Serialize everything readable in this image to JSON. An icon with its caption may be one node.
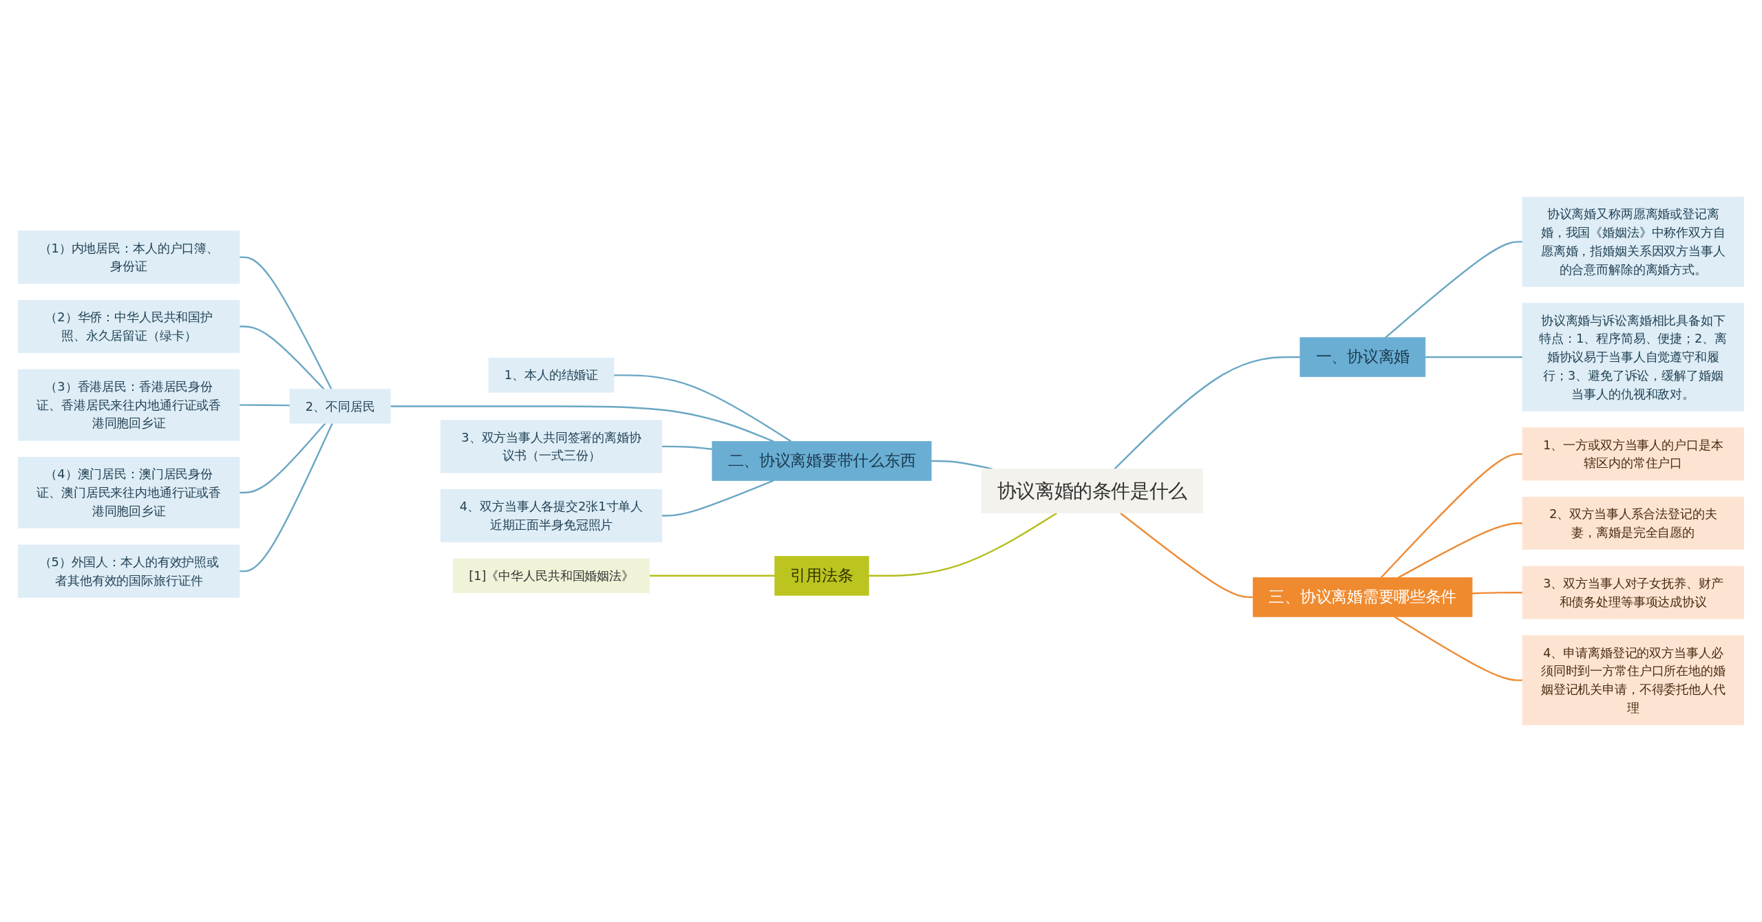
{
  "diagram": {
    "nodes": [
      {
        "text": [
          "协议离婚的条件是什么"
        ]
      },
      {
        "text": [
          "二、协议离婚要带什么东西"
        ]
      },
      {
        "text": [
          "1、本人的结婚证"
        ]
      },
      {
        "text": [
          "2、不同居民"
        ]
      },
      {
        "text": [
          "（1）内地居民：本人的户口簿、身份证"
        ]
      },
      {
        "text": [
          "（2）华侨：中华人民共和国护照、永久居留证（绿卡）"
        ]
      },
      {
        "text": [
          "（3）香港居民：香港居民身份证、香港居民来往内地通行证或香港同胞回乡证"
        ]
      },
      {
        "text": [
          "（4）澳门居民：澳门居民身份证、澳门居民来往内地通行证或香港同胞回乡证"
        ]
      },
      {
        "text": [
          "（5）外国人：本人的有效护照或者其他有效的国际旅行证件"
        ]
      },
      {
        "text": [
          "3、双方当事人共同签署的离婚协议书（一式三份）"
        ]
      },
      {
        "text": [
          "4、双方当事人各提交2张1寸单人近期正面半身免冠照片"
        ]
      },
      {
        "text": [
          "引用法条"
        ]
      },
      {
        "text": [
          "[1]《中华人民共和国婚姻法》"
        ]
      },
      {
        "text": [
          "一、协议离婚"
        ]
      },
      {
        "text": [
          "协议离婚又称两愿离婚或登记离婚，我国《婚姻法》中称作双方自愿离婚，指婚姻关系因双方当事人的合意而解除的离婚方式。"
        ]
      },
      {
        "text": [
          "协议离婚与诉讼离婚相比具备如下特点：1、程序简易、便捷；2、离婚协议易于当事人自觉遵守和履行；3、避免了诉讼，缓解了婚姻当事人的仇视和敌对。"
        ]
      },
      {
        "text": [
          "三、协议离婚需要哪些条件"
        ]
      },
      {
        "text": [
          "1、一方或双方当事人的户口是本辖区内的常住户口"
        ]
      },
      {
        "text": [
          "2、双方当事人系合法登记的夫妻，离婚是完全自愿的"
        ]
      },
      {
        "text": [
          "3、双方当事人对子女抚养、财产和债务处理等事项达成协议"
        ]
      },
      {
        "text": [
          "4、申请离婚登记的双方当事人必须同时到一方常住户口所在地的婚姻登记机关申请，不得委托他人代理"
        ]
      }
    ],
    "edges": [
      {
        "from": 0,
        "to": 1,
        "arrow": "none"
      },
      {
        "from": 1,
        "to": 2,
        "arrow": "none"
      },
      {
        "from": 1,
        "to": 3,
        "arrow": "none"
      },
      {
        "from": 3,
        "to": 4,
        "arrow": "none"
      },
      {
        "from": 3,
        "to": 5,
        "arrow": "none"
      },
      {
        "from": 3,
        "to": 6,
        "arrow": "none"
      },
      {
        "from": 3,
        "to": 7,
        "arrow": "none"
      },
      {
        "from": 3,
        "to": 8,
        "arrow": "none"
      },
      {
        "from": 1,
        "to": 9,
        "arrow": "none"
      },
      {
        "from": 1,
        "to": 10,
        "arrow": "none"
      },
      {
        "from": 0,
        "to": 11,
        "arrow": "none",
        "color": "#b5bd1c"
      },
      {
        "from": 11,
        "to": 12,
        "arrow": "none",
        "color": "#b5bd1c"
      },
      {
        "from": 0,
        "to": 13,
        "arrow": "none"
      },
      {
        "from": 13,
        "to": 14,
        "arrow": "none"
      },
      {
        "from": 13,
        "to": 15,
        "arrow": "none"
      },
      {
        "from": 0,
        "to": 16,
        "arrow": "none",
        "color": "#ee8a35"
      },
      {
        "from": 16,
        "to": 17,
        "arrow": "none",
        "color": "#ee8a35"
      },
      {
        "from": 16,
        "to": 18,
        "arrow": "none",
        "color": "#ee8a35"
      },
      {
        "from": 16,
        "to": 19,
        "arrow": "none",
        "color": "#ee8a35"
      },
      {
        "from": 16,
        "to": 20,
        "arrow": "none",
        "color": "#ee8a35"
      }
    ]
  }
}
